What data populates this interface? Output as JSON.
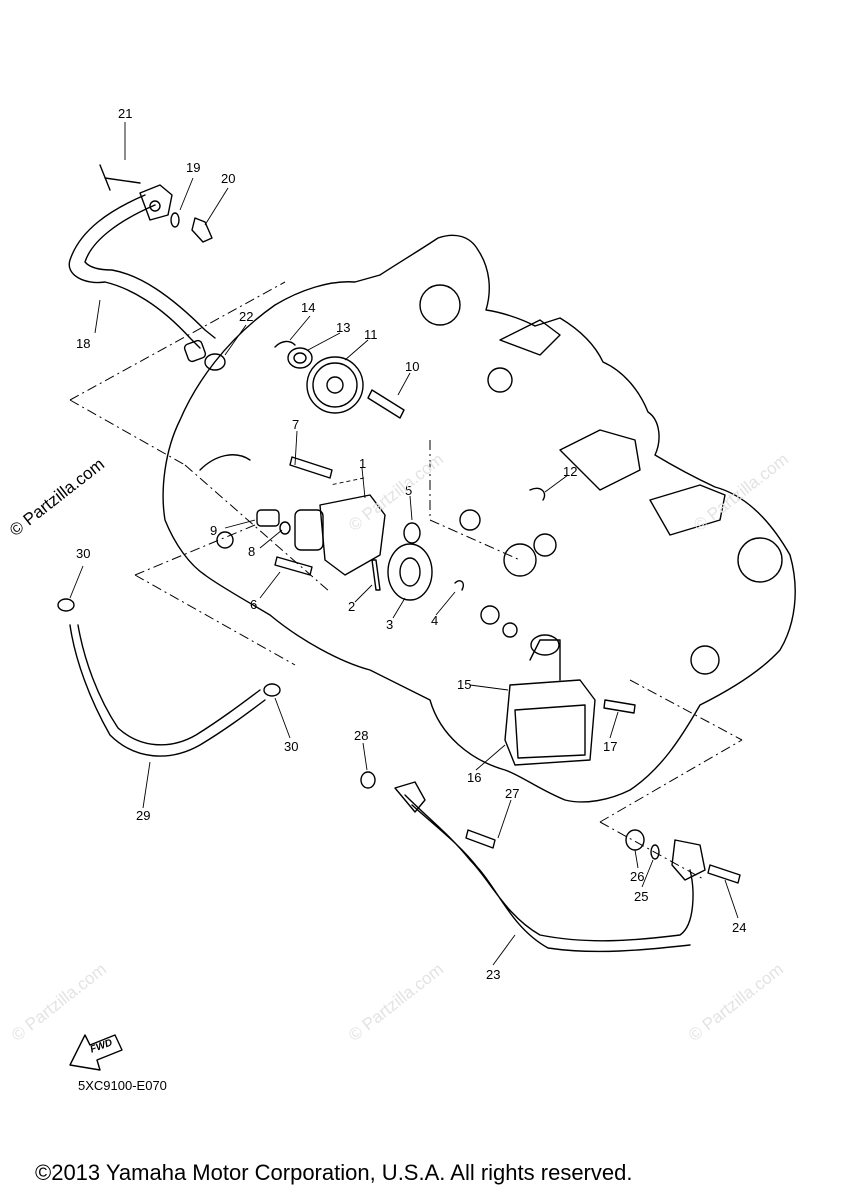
{
  "diagram": {
    "callouts": [
      "1",
      "2",
      "3",
      "4",
      "5",
      "6",
      "7",
      "8",
      "9",
      "10",
      "11",
      "12",
      "13",
      "14",
      "15",
      "16",
      "17",
      "18",
      "19",
      "20",
      "21",
      "22",
      "23",
      "24",
      "25",
      "26",
      "27",
      "28",
      "29",
      "30",
      "30"
    ],
    "watermark_main": "© Partzilla.com",
    "watermark_faint": "© Partzilla.com",
    "fwd_label": "FWD",
    "reference_code": "5XC9100-E070",
    "copyright": "©2013 Yamaha Motor Corporation, U.S.A. All rights reserved."
  }
}
